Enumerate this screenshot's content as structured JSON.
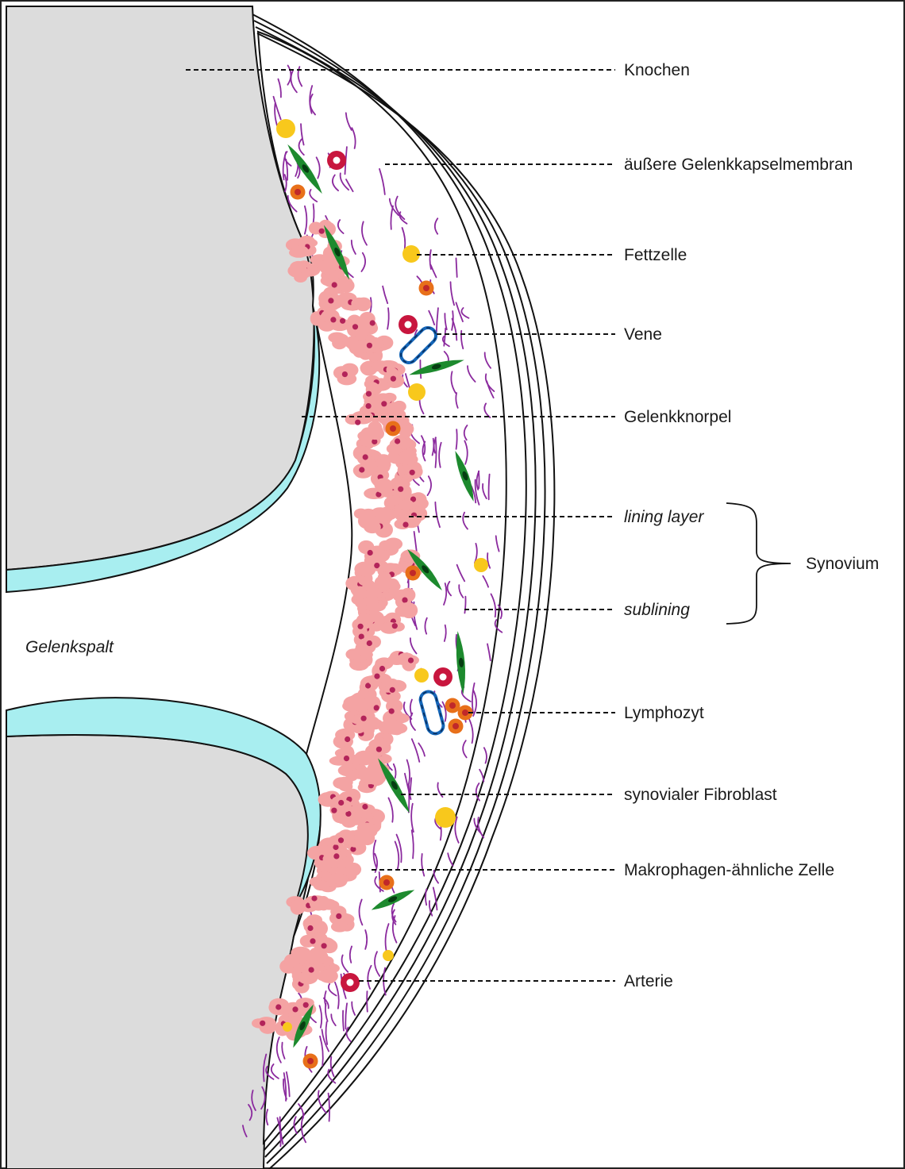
{
  "labels": {
    "knochen": "Knochen",
    "aeussere_membran": "äußere Gelenkkapselmembran",
    "fettzelle": "Fettzelle",
    "vene": "Vene",
    "gelenkknorpel": "Gelenkknorpel",
    "lining_layer": "lining layer",
    "synovium": "Synovium",
    "sublining": "sublining",
    "lymphozyt": "Lymphozyt",
    "synovialer_fibroblast": "synovialer Fibroblast",
    "makrophagen_zelle": "Makrophagen-ähnliche Zelle",
    "arterie": "Arterie",
    "gelenkspalt": "Gelenkspalt"
  },
  "colors": {
    "bone": "#dcdcdc",
    "cartilage": "#a8eef0",
    "lining_cell": "#f4a3a3",
    "lining_nucleus": "#b3245a",
    "fibre": "#8b2a9e",
    "fat_cell": "#f8c81c",
    "lymphocyte": "#e8701a",
    "lymphocyte_core": "#c0282a",
    "fibroblast": "#1d8a2e",
    "fibroblast_nucleus": "#063d12",
    "vein": "#1566b8",
    "artery": "#c8163e",
    "outline": "#111111"
  }
}
